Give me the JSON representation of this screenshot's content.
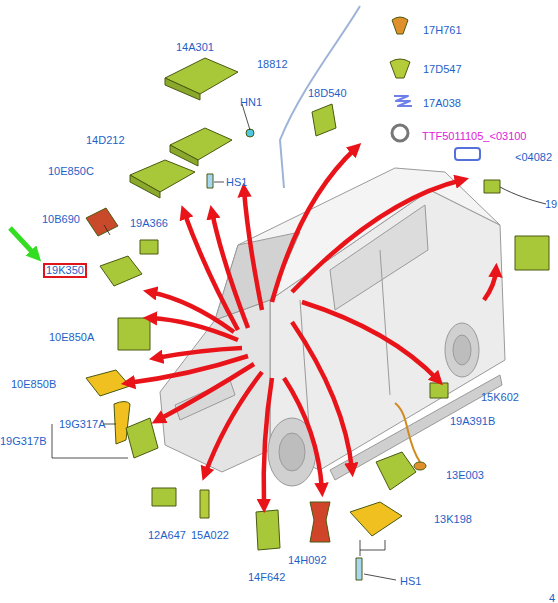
{
  "diagram": {
    "nodes": [
      {
        "text": [
          "19K350"
        ]
      }
    ],
    "labels": [
      "14A301",
      "HN1",
      "14D212",
      "HS1",
      "10E850C",
      "18812",
      "18D540",
      "17H761",
      "17D547",
      "17A038",
      "TTF5011105_<03100",
      "<04082",
      "19",
      "10B690",
      "19A366",
      "10E850A",
      "10E850B",
      "19G317A",
      "19G317B",
      "12A647",
      "15A022",
      "14F642",
      "14H092",
      "15K602",
      "19A391B",
      "13E003",
      "13K198",
      "HS1",
      "4"
    ]
  }
}
